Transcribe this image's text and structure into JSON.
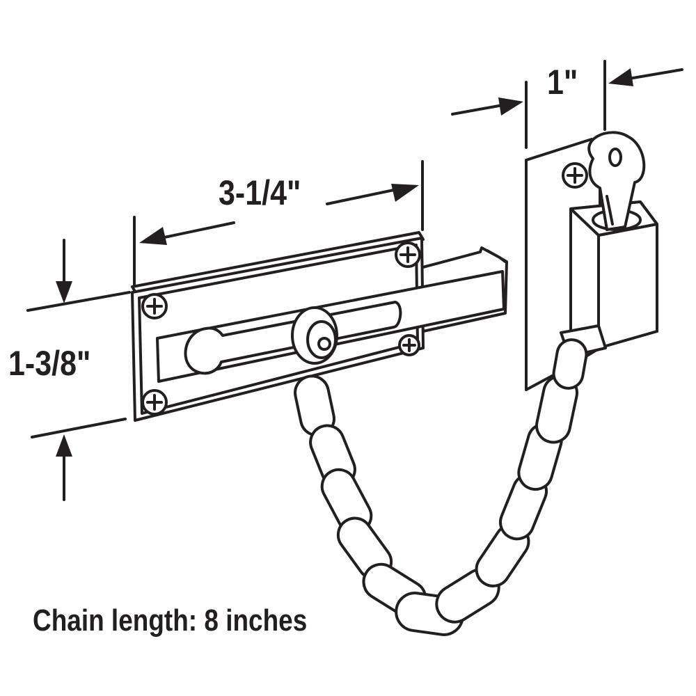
{
  "dimensions": {
    "width": "3-1/4\"",
    "depth": "1\"",
    "height": "1-3/8\""
  },
  "caption": "Chain length: 8 inches",
  "colors": {
    "ink": "#231f20",
    "background": "#ffffff",
    "metal": "#ffffff"
  }
}
